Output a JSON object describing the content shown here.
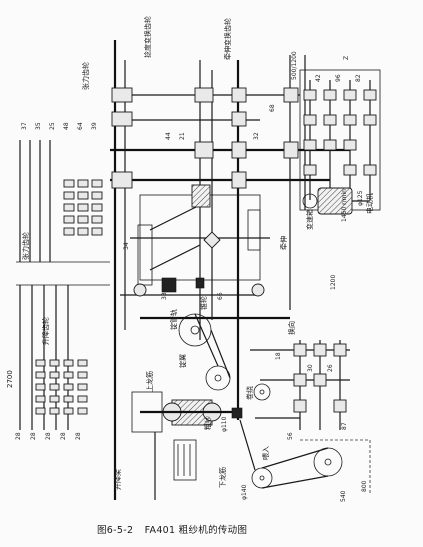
{
  "caption": {
    "figure_number": "图6-5-2",
    "title": "FA401 粗纱机的传动图"
  },
  "labels": {
    "lifting_rack": "升降架",
    "upper_cone": "上龙筋",
    "lower_cone": "下龙筋",
    "spindle": "锭翼",
    "roving": "粗纱",
    "drafting": "牵伸",
    "motor": "电动机",
    "tension_gear": "张力齿轮",
    "twist_gear": "捻度变换齿轮",
    "draft_gear": "牵伸变换齿轮",
    "winding": "卷绕",
    "reversing": "换向",
    "speed_box": "变速箱",
    "rpm_note": "1450 r/min",
    "bobbin_rail": "锭管轨",
    "cone_drum": "锥轮",
    "lift_gear": "升降齿轮",
    "feed_roller": "喂入",
    "dim_2700": "2700",
    "dim_800": "800",
    "dim_1200": "1200",
    "dim_540": "540",
    "dim_500": "500/1200",
    "dia_140": "φ140",
    "dia_110": "φ110",
    "dia_125": "φ125",
    "t28": "28",
    "t37": "37",
    "t48": "48",
    "t64": "64",
    "t35": "35",
    "t25": "25",
    "t39": "39",
    "t34": "34",
    "t44": "44",
    "t21": "21",
    "t32": "32",
    "t68": "68",
    "t42": "42",
    "t96": "96",
    "t82": "82",
    "t30": "30",
    "t26": "26",
    "t56": "56",
    "t18": "18",
    "t33": "33",
    "t66": "66",
    "t87": "87",
    "z_gear": "Z"
  }
}
